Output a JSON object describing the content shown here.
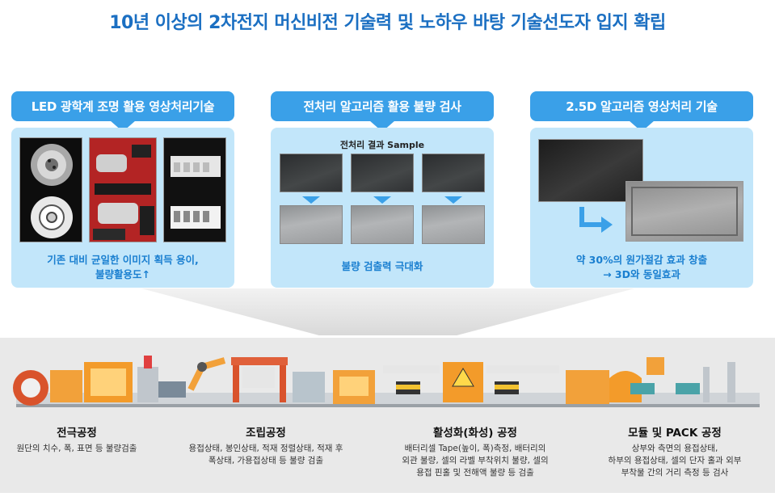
{
  "title": "10년 이상의 2차전지 머신비전 기술력 및 노하우 바탕 기술선도자 입지 확립",
  "panels": [
    {
      "header": "LED 광학계 조명 활용 영상처리기술",
      "caption_line1": "기존 대비 균일한 이미지 획득 용이,",
      "caption_line2": "불량활용도↑"
    },
    {
      "header": "전처리 알고리즘 활용 불량 검사",
      "sample_title": "전처리 결과 Sample",
      "caption_line1": "불량 검출력 극대화"
    },
    {
      "header": "2.5D 알고리즘 영상처리 기술",
      "caption_line1": "약 30%의 원가절감 효과 창출",
      "caption_line2": "→ 3D와 동일효과"
    }
  ],
  "stages": [
    {
      "title": "전극공정",
      "desc": [
        "원단의 치수, 폭, 표면 등 불량검출"
      ]
    },
    {
      "title": "조립공정",
      "desc": [
        "용접상태, 봉인상태, 적재 정렬상태, 적재 후",
        "폭상태, 가용접상태 등 불량 검출"
      ]
    },
    {
      "title": "활성화(화성) 공정",
      "desc": [
        "배터리셀 Tape(높이, 폭)측정, 배터리의",
        "외관 불량, 셀의 라벨 부착위치 불량, 셀의",
        "용접 핀홀 및 전해액 불량 등 검출"
      ]
    },
    {
      "title": "모듈 및 PACK 공정",
      "desc": [
        "상부와 측면의 용접상태,",
        "하부의 용접상태, 셀의 단자 홀과 외부",
        "부착물 간의 거리 측정 등 검사"
      ]
    }
  ],
  "colors": {
    "title": "#1b6fc2",
    "panel_header": "#3aa0e8",
    "panel_body": "#c2e6fa",
    "caption": "#1a7fd0",
    "factory_bg": "#e9e9e9"
  }
}
